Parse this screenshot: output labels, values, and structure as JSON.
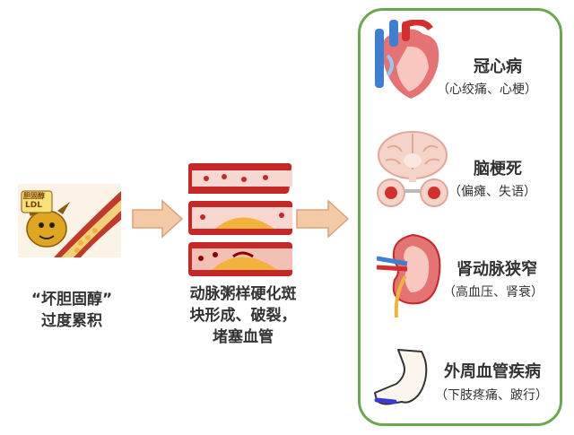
{
  "stages": [
    {
      "label_line1": "“坏胆固醇”",
      "label_line2": "过度累积",
      "badge": "LDL",
      "badge_top": "胆固醇"
    },
    {
      "label_line1": "动脉粥样硬化斑",
      "label_line2": "块形成、破裂，",
      "label_line3": "堵塞血管"
    }
  ],
  "diseases": [
    {
      "name": "冠心病",
      "detail": "（心绞痛、心梗）",
      "icon": "heart-icon"
    },
    {
      "name": "脑梗死",
      "detail": "（偏瘫、失语）",
      "icon": "brain-icon"
    },
    {
      "name": "肾动脉狭窄",
      "detail": "（高血压、肾衰）",
      "icon": "kidney-icon"
    },
    {
      "name": "外周血管疾病",
      "detail": "（下肢疼痛、跛行）",
      "icon": "leg-icon"
    }
  ],
  "colors": {
    "panel_border": "#6aa84f",
    "arrow_fill": "#f4c9a6",
    "arrow_stroke": "#d9a27c",
    "vessel_red": "#c62828",
    "plaque_yellow": "#f2b33d"
  }
}
